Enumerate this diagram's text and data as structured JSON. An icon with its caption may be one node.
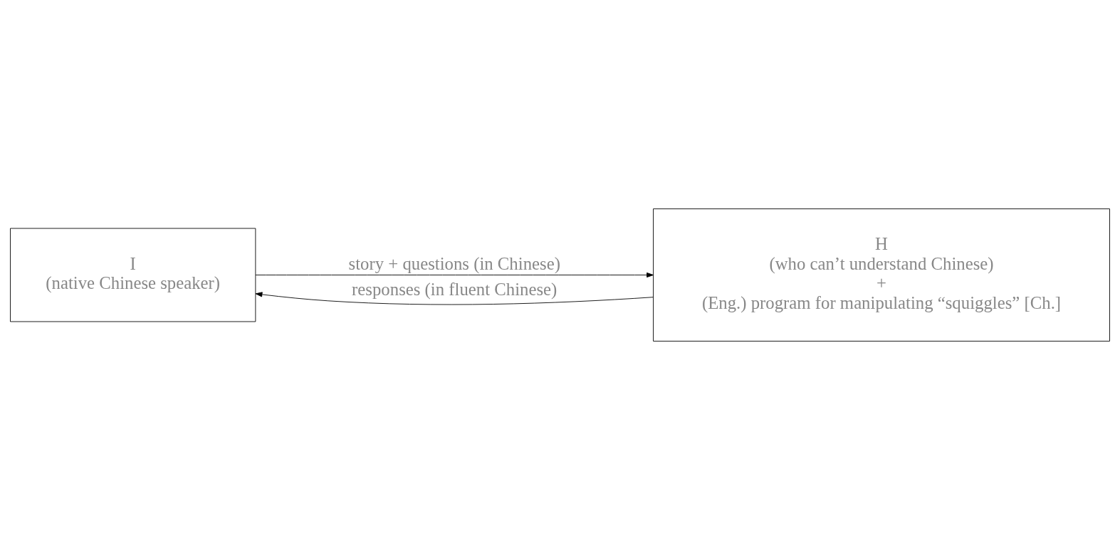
{
  "diagram": {
    "nodes": [
      {
        "text": [
          "I",
          "(native Chinese speaker)"
        ]
      },
      {
        "text": [
          "H",
          "(who can’t understand Chinese)",
          "+",
          "(Eng.) program for manipulating “squiggles” [Ch.]"
        ]
      }
    ],
    "edges": [
      {
        "from": 0,
        "to": 1,
        "arrow": "to",
        "label": "story + questions (in Chinese)"
      },
      {
        "from": 1,
        "to": 0,
        "arrow": "to",
        "label": "responses (in fluent Chinese)"
      }
    ]
  }
}
